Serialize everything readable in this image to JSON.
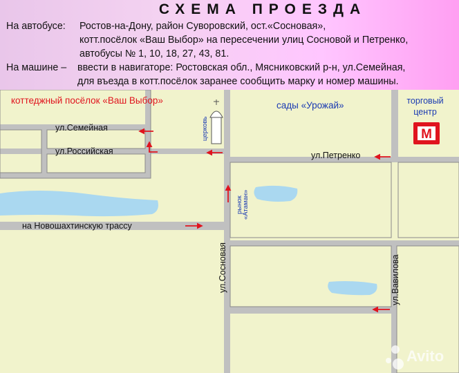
{
  "header": {
    "title": "СХЕМА ПРОЕЗДА",
    "bus_label": "На автобусе:",
    "bus_line1": "Ростов-на-Дону, район Суворовский, ост.«Сосновая»,",
    "bus_line2": "котт.посёлок «Ваш Выбор» на пересечении улиц Сосновой и Петренко,",
    "bus_line3": "автобусы № 1, 10, 18, 27, 43, 81.",
    "car_label": "На машине –",
    "car_line1": "ввести в навигаторе: Ростовская обл., Мясниковский р-н,  ул.Семейная,",
    "car_line2": "для въезда в котт.посёлок заранее сообщить марку и номер машины."
  },
  "map": {
    "village_label": "коттеджный посёлок «Ваш Выбор»",
    "gardens_label": "сады «Урожай»",
    "mall_label_line1": "торговый",
    "mall_label_line2": "центр",
    "mall_logo_text": "М",
    "church_label": "церковь",
    "market_label_line1": "рынок",
    "market_label_line2": "«Атаман»",
    "street_semeynaya": "ул.Семейная",
    "street_rossiyskaya": "ул.Российская",
    "street_petrenko": "ул.Петренко",
    "street_highway": "на Новошахтинскую трассу",
    "street_sosnovaya": "ул.Сосновая",
    "street_vavilova": "ул.Вавилова",
    "watermark": "Avito",
    "colors": {
      "land": "#f1f3cc",
      "road": "#c0c0c0",
      "water": "#aad8f0",
      "route_arrow": "#e0141e",
      "village_text": "#e0141e",
      "gardens_text": "#1a3ab2"
    }
  }
}
